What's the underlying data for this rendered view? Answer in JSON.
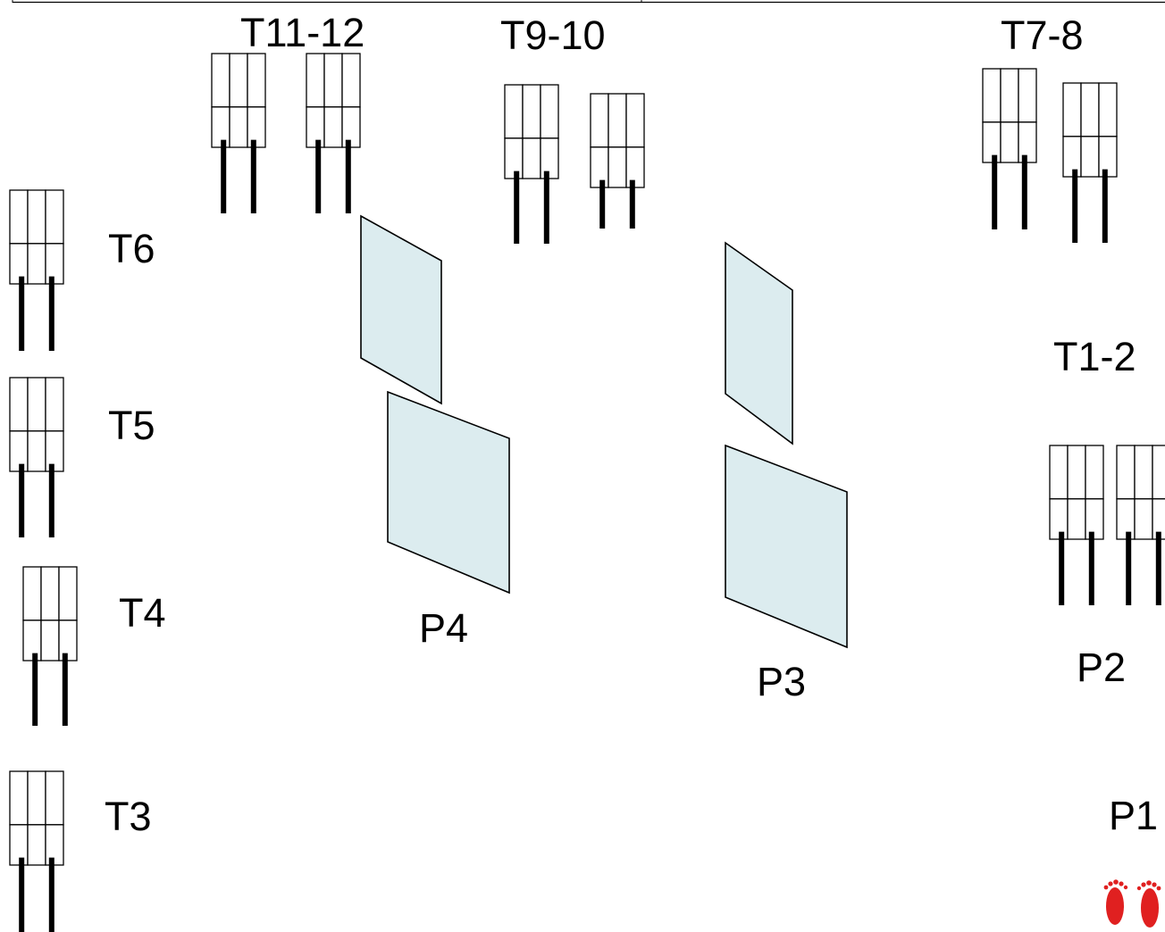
{
  "diagram": {
    "labels": {
      "t11_12": "T11-12",
      "t9_10": "T9-10",
      "t7_8": "T7-8",
      "t6": "T6",
      "t5": "T5",
      "t4": "T4",
      "t3": "T3",
      "t1_2": "T1-2",
      "p4": "P4",
      "p3": "P3",
      "p2": "P2",
      "p1": "P1"
    },
    "colors": {
      "panel_fill": "#dcecef",
      "footprint": "#e02020"
    },
    "icons": {
      "rack": "grid-rack-icon",
      "footprints": "footprints-icon"
    }
  }
}
